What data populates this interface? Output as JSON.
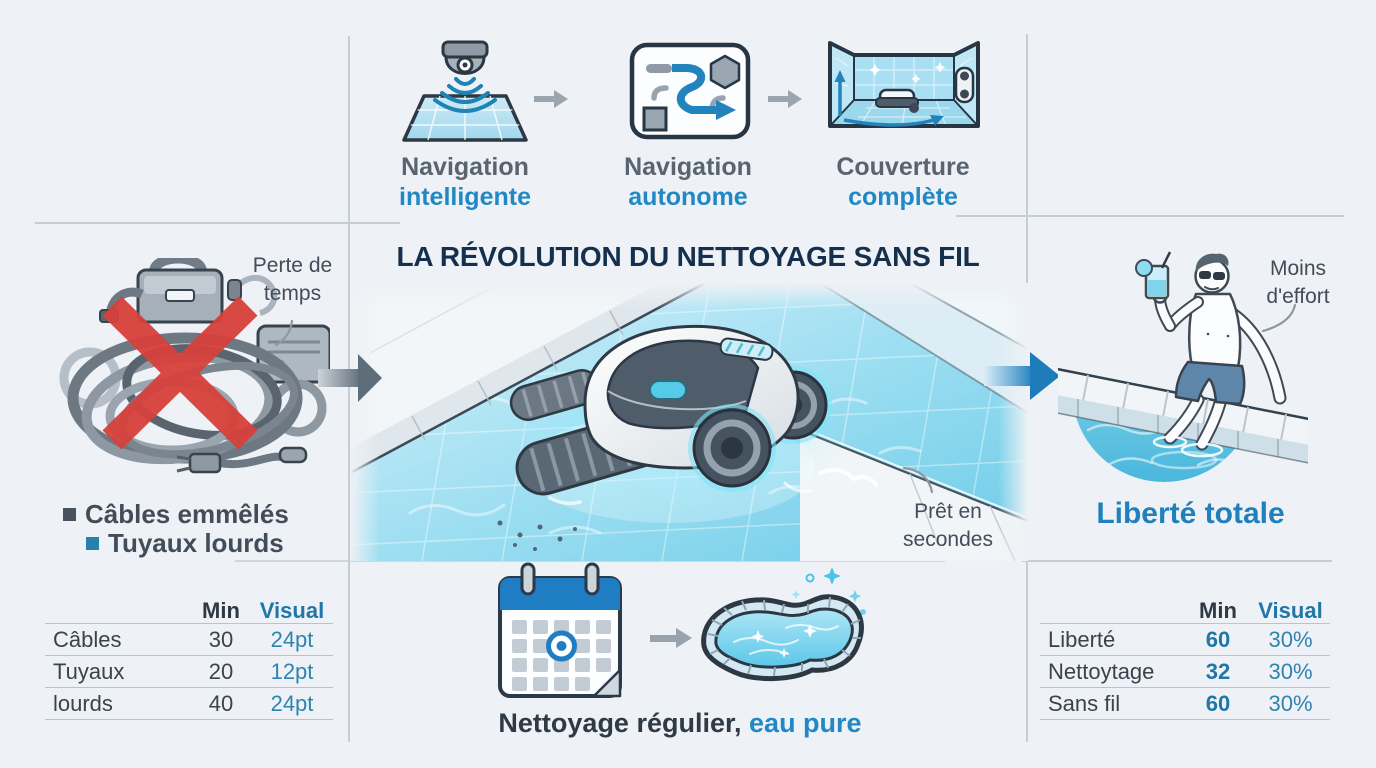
{
  "title": "LA RÉVOLUTION DU NETTOYAGE SANS FIL",
  "colors": {
    "accent_blue": "#2089c5",
    "navy_title": "#14304e",
    "gray_label": "#5a6470",
    "dark_text": "#39434e",
    "table_blue": "#2176a8",
    "red_cross": "#d7413b",
    "divider": "#c6cdd5",
    "water_cyan": "#6ccbe8"
  },
  "icons": {
    "step1": "sensor-scan-icon",
    "step2": "route-map-icon",
    "step3": "coverage-box-icon",
    "left": "tangled-cables-with-red-cross",
    "center": "robot-pool-scene",
    "right": "man-relaxing-poolside",
    "bottom1": "calendar-icon",
    "bottom2": "clean-pool-icon"
  },
  "top_steps": [
    {
      "line1": "Navigation",
      "line2": "intelligente"
    },
    {
      "line1": "Navigation",
      "line2": "autonome"
    },
    {
      "line1": "Couverture",
      "line2": "complète"
    }
  ],
  "left": {
    "callout": {
      "line1": "Perte de",
      "line2": "temps"
    },
    "bullets": [
      {
        "label": "Câbles emmêlés"
      },
      {
        "label": "Tuyaux lourds"
      }
    ],
    "table": {
      "headers": {
        "min": "Min",
        "visual": "Visual"
      },
      "rows": [
        {
          "label": "Câbles",
          "min": "30",
          "visual": "24pt"
        },
        {
          "label": "Tuyaux",
          "min": "20",
          "visual": "12pt"
        },
        {
          "label": "lourds",
          "min": "40",
          "visual": "24pt"
        }
      ]
    }
  },
  "center": {
    "scene_caption": {
      "line1": "Prêt en",
      "line2": "secondes"
    },
    "bottom_caption": {
      "dark": "Nettoyage régulier,",
      "blue": "eau pure"
    }
  },
  "right": {
    "callout": {
      "line1": "Moins",
      "line2": "d'effort"
    },
    "headline": "Liberté totale",
    "table": {
      "headers": {
        "min": "Min",
        "visual": "Visual"
      },
      "rows": [
        {
          "label": "Liberté",
          "min": "60",
          "visual": "30%"
        },
        {
          "label": "Nettoytage",
          "min": "32",
          "visual": "30%"
        },
        {
          "label": "Sans fil",
          "min": "60",
          "visual": "30%"
        }
      ]
    }
  }
}
